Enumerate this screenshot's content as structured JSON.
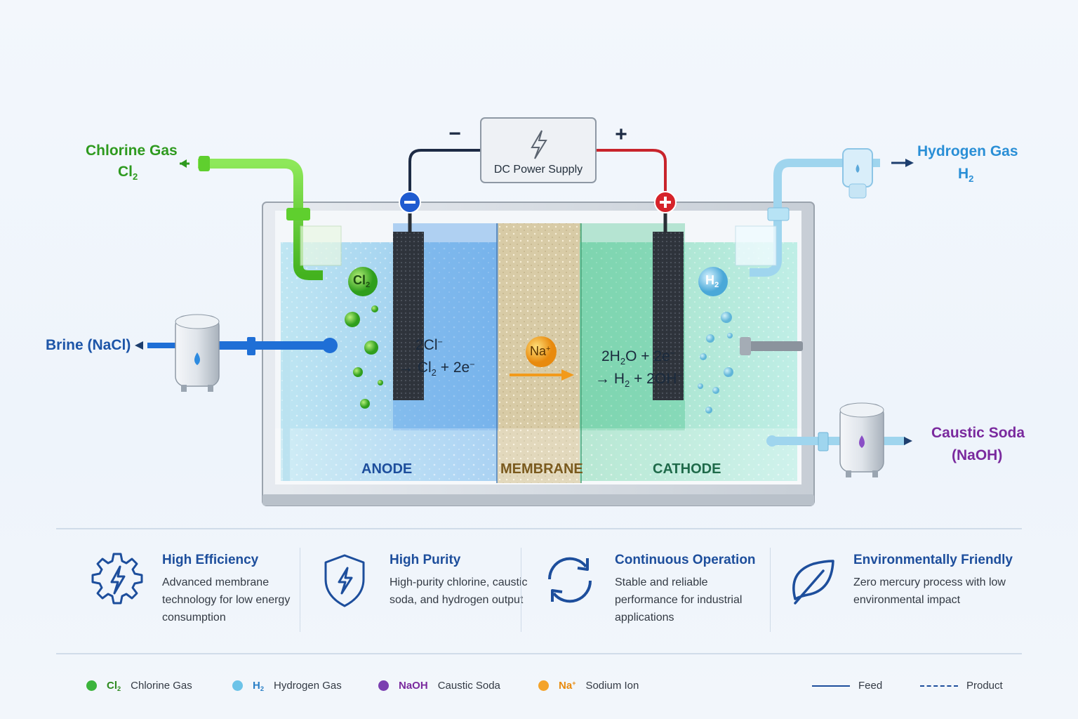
{
  "power": {
    "label": "DC Power Supply",
    "minus": "−",
    "plus": "+"
  },
  "outputs": {
    "chlorine": {
      "name": "Chlorine Gas",
      "formula": "Cl",
      "sub": "2",
      "color": "#2e9a1f"
    },
    "hydrogen": {
      "name": "Hydrogen Gas",
      "formula": "H",
      "sub": "2",
      "color": "#2a8fd6"
    },
    "caustic": {
      "name": "Caustic Soda",
      "formula": "(NaOH)",
      "color": "#7a2a9e"
    },
    "brine": {
      "name": "Brine (NaCl)",
      "color": "#1d55a8"
    }
  },
  "bubbles": {
    "cl": {
      "text": "Cl",
      "sub": "2"
    },
    "h": {
      "text": "H",
      "sub": "2"
    },
    "na": {
      "text": "Na",
      "sup": "+"
    }
  },
  "reactions": {
    "anode_line1": "2Cl",
    "anode_line1_sup": "−",
    "anode_line2_a": "→ Cl",
    "anode_line2_sub": "2",
    "anode_line2_b": " + 2e",
    "anode_line2_sup": "−",
    "cathode_line1_a": "2H",
    "cathode_line1_sub": "2",
    "cathode_line1_b": "O + 2e",
    "cathode_line1_sup": "−",
    "cathode_line2_a": "→ H",
    "cathode_line2_sub": "2",
    "cathode_line2_b": " + 2OH",
    "cathode_line2_sup": "−"
  },
  "zones": {
    "anode": "ANODE",
    "membrane": "MEMBRANE",
    "cathode": "CATHODE"
  },
  "features": [
    {
      "title": "High Efficiency",
      "desc": "Advanced membrane technology for low energy consumption",
      "icon": "gear-bolt-icon"
    },
    {
      "title": "High Purity",
      "desc": "High-purity chlorine, caustic soda, and hydrogen output",
      "icon": "shield-bolt-icon"
    },
    {
      "title": "Continuous Operation",
      "desc": "Stable and reliable performance for industrial applications",
      "icon": "cycle-arrows-icon"
    },
    {
      "title": "Environmentally Friendly",
      "desc": "Zero mercury process with low environmental impact",
      "icon": "leaf-icon"
    }
  ],
  "legend": {
    "cl": {
      "symbol": "Cl",
      "sub": "2",
      "label": "Chlorine Gas",
      "color": "#3cb43c"
    },
    "h2": {
      "symbol": "H",
      "sub": "2",
      "label": "Hydrogen Gas",
      "color": "#6cc3e8"
    },
    "naoh": {
      "symbol": "NaOH",
      "label": "Caustic Soda",
      "color": "#7b3fb0"
    },
    "na": {
      "symbol": "Na",
      "sup": "+",
      "label": "Sodium Ion",
      "color": "#f4a32a"
    },
    "feed": "Feed",
    "product": "Product"
  }
}
